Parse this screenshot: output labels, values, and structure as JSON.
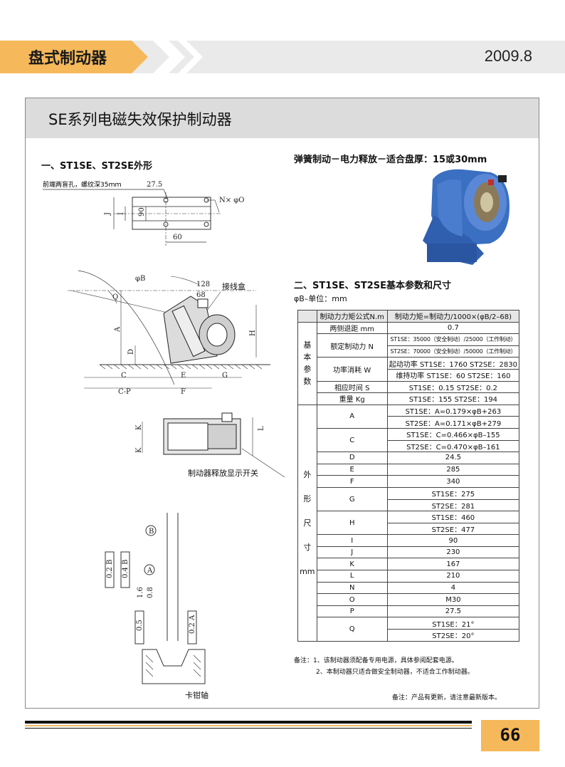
{
  "header": {
    "section_label": "盘式制动器",
    "date": "2009.8"
  },
  "title": "SE系列电磁失效保护制动器",
  "section1": {
    "heading": "一、ST1SE、ST2SE外形"
  },
  "tagline": "弹簧制动－电力释放－适合盘厚：15或30mm",
  "section2": {
    "heading": "二、ST1SE、ST2SE基本参数和尺寸",
    "unit": "φB–单位：mm"
  },
  "drawing_labels": {
    "blind_hole": "前端两盲孔，螺纹深35ｍｍ",
    "d275": "27.5",
    "nphi": "N× φO",
    "d60": "60",
    "d90": "90",
    "J": "J",
    "I": "I",
    "phiB": "φB",
    "d128": "128",
    "d68": "68",
    "terminal_box": "接线盒",
    "Q": "Q",
    "A": "A",
    "D": "D",
    "C": "C",
    "E": "E",
    "G": "G",
    "H": "H",
    "CP": "C-P",
    "F": "F",
    "K": "K",
    "L": "L",
    "release_switch": "制动器释放显示开关",
    "B_circle": "B",
    "A_circle": "A",
    "tol_02B": "0.2 B",
    "tol_04B": "0.4 B",
    "tol_05": "0.5",
    "tol_02A": "0.2 A",
    "r16": "1.6",
    "r08": "0.8",
    "caliper_shaft": "卡钳轴"
  },
  "table": {
    "side_basic": "基本参数",
    "side_shape": [
      "外",
      "形",
      "尺",
      "寸",
      "mm"
    ],
    "rows": [
      {
        "p": "制动力力矩公式N.m",
        "v": [
          "制动力矩=制动力/1000×(φB/2–68)"
        ]
      },
      {
        "p": "两侧退距 mm",
        "v": [
          "0.7"
        ]
      },
      {
        "p": "额定制动力 N",
        "v": [
          "ST1SE：35000（安全制动）/25000（工作制动）",
          "ST2SE：70000（安全制动）/50000（工作制动）"
        ],
        "tiny": true
      },
      {
        "p": "功率消耗 W",
        "v": [
          "起动功率 ST1SE：1760 ST2SE：2830",
          "维持功率 ST1SE：60 ST2SE：160"
        ]
      },
      {
        "p": "相应时间 S",
        "v": [
          "ST1SE：0.15   ST2SE：0.2"
        ]
      },
      {
        "p": "重量 Kg",
        "v": [
          "ST1SE：155   ST2SE：194"
        ]
      },
      {
        "p": "A",
        "v": [
          "ST1SE：A=0.179×φB+263",
          "ST2SE：A=0.171×φB+279"
        ]
      },
      {
        "p": "C",
        "v": [
          "ST1SE：C=0.466×φB–155",
          "ST2SE：C=0.470×φB–161"
        ]
      },
      {
        "p": "D",
        "v": [
          "24.5"
        ]
      },
      {
        "p": "E",
        "v": [
          "285"
        ]
      },
      {
        "p": "F",
        "v": [
          "340"
        ]
      },
      {
        "p": "G",
        "v": [
          "ST1SE：275",
          "ST2SE：281"
        ]
      },
      {
        "p": "H",
        "v": [
          "ST1SE：460",
          "ST2SE：477"
        ]
      },
      {
        "p": "I",
        "v": [
          "90"
        ]
      },
      {
        "p": "J",
        "v": [
          "230"
        ]
      },
      {
        "p": "K",
        "v": [
          "167"
        ]
      },
      {
        "p": "L",
        "v": [
          "210"
        ]
      },
      {
        "p": "N",
        "v": [
          "4"
        ]
      },
      {
        "p": "O",
        "v": [
          "M30"
        ]
      },
      {
        "p": "P",
        "v": [
          "27.5"
        ]
      },
      {
        "p": "Q",
        "v": [
          "ST1SE：21°",
          "ST2SE：20°"
        ]
      }
    ]
  },
  "notes": {
    "n1": "备注：1、该制动器须配备专用电源，具体参阅配套电源。",
    "n2": "2、本制动器只适合做安全制动器，不适合工作制动器。",
    "n3": "备注：产品有更新，请注意最新版本。"
  },
  "page_number": "66",
  "colors": {
    "accent": "#f5b85a",
    "header_gray": "#eaeaea",
    "title_gray": "#dcdcdc"
  }
}
